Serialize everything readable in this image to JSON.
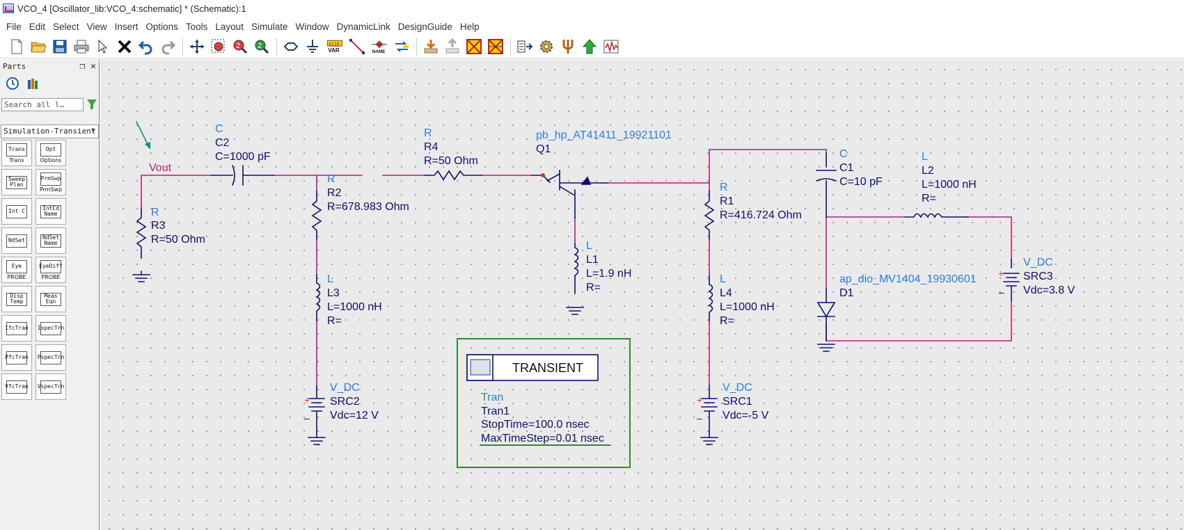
{
  "window": {
    "title": "VCO_4 [Oscillator_lib:VCO_4:schematic] * (Schematic):1"
  },
  "menu": [
    "File",
    "Edit",
    "Select",
    "View",
    "Insert",
    "Options",
    "Tools",
    "Layout",
    "Simulate",
    "Window",
    "DynamicLink",
    "DesignGuide",
    "Help"
  ],
  "toolbar": {
    "var_label": "VAR",
    "var_code": "0110",
    "name_label": "NAME"
  },
  "parts": {
    "title": "Parts",
    "search_placeholder": "Search all l…",
    "library": "Simulation-Transient",
    "palette": [
      {
        "icon": "Trans",
        "label": "Trans",
        "name": "trans"
      },
      {
        "icon": "Opt",
        "label": "Options",
        "name": "options"
      },
      {
        "icon": "Sweep Plan",
        "label": "",
        "name": "sweep-plan"
      },
      {
        "icon": "PrmSwp",
        "label": "PrmSwp",
        "name": "prmswp"
      },
      {
        "icon": "Int C",
        "label": "",
        "name": "int-c"
      },
      {
        "icon": "IntCd Name",
        "label": "",
        "name": "intcd-name"
      },
      {
        "icon": "NdSet",
        "label": "",
        "name": "ndset"
      },
      {
        "icon": "NdSet Name",
        "label": "",
        "name": "ndset-name"
      },
      {
        "icon": "Eye",
        "label": "PROBE",
        "name": "eye-probe"
      },
      {
        "icon": "EyeDiff",
        "label": "PROBE",
        "name": "eyediff-probe"
      },
      {
        "icon": "Disp Temp",
        "label": "",
        "name": "disp-temp"
      },
      {
        "icon": "Meas Eqn",
        "label": "",
        "name": "meas-eqn"
      },
      {
        "icon": "IfcTran",
        "label": "",
        "name": "ifctran"
      },
      {
        "icon": "IspecTrn",
        "label": "",
        "name": "ispectrn"
      },
      {
        "icon": "PfcTran",
        "label": "",
        "name": "pfctran"
      },
      {
        "icon": "PspecTrn",
        "label": "",
        "name": "pspectrn"
      },
      {
        "icon": "VfcTran",
        "label": "",
        "name": "vfctran"
      },
      {
        "icon": "VspecTrn",
        "label": "",
        "name": "vspectrn"
      }
    ]
  },
  "schematic": {
    "vout_label": "Vout",
    "R3": {
      "type": "R",
      "name": "R3",
      "value": "R=50 Ohm"
    },
    "C2": {
      "type": "C",
      "name": "C2",
      "value": "C=1000 pF"
    },
    "R2": {
      "type": "R",
      "name": "R2",
      "value": "R=678.983 Ohm"
    },
    "R4": {
      "type": "R",
      "name": "R4",
      "value": "R=50 Ohm"
    },
    "Q1": {
      "type": "pb_hp_AT41411_19921101",
      "name": "Q1"
    },
    "L1": {
      "type": "L",
      "name": "L1",
      "value": "L=1.9 nH",
      "r": "R="
    },
    "L3": {
      "type": "L",
      "name": "L3",
      "value": "L=1000 nH",
      "r": "R="
    },
    "SRC2": {
      "type": "V_DC",
      "name": "SRC2",
      "value": "Vdc=12 V"
    },
    "R1": {
      "type": "R",
      "name": "R1",
      "value": "R=416.724 Ohm"
    },
    "L4": {
      "type": "L",
      "name": "L4",
      "value": "L=1000 nH",
      "r": "R="
    },
    "SRC1": {
      "type": "V_DC",
      "name": "SRC1",
      "value": "Vdc=-5 V"
    },
    "C1": {
      "type": "C",
      "name": "C1",
      "value": "C=10 pF"
    },
    "L2": {
      "type": "L",
      "name": "L2",
      "value": "L=1000 nH",
      "r": "R="
    },
    "D1": {
      "type": "ap_dio_MV1404_19930601",
      "name": "D1"
    },
    "SRC3": {
      "type": "V_DC",
      "name": "SRC3",
      "value": "Vdc=3.8 V"
    },
    "plus": "+",
    "minus": "–",
    "transient": {
      "header": "TRANSIENT",
      "type": "Tran",
      "name": "Tran1",
      "stop_time": "StopTime=100.0 nsec",
      "max_time_step": "MaxTimeStep=0.01 nsec"
    }
  },
  "colors": {
    "wire": "#b0207a",
    "component": "#0e0e6e",
    "label_blue": "#2a7ee6",
    "transient_box": "#2e8b2e"
  }
}
